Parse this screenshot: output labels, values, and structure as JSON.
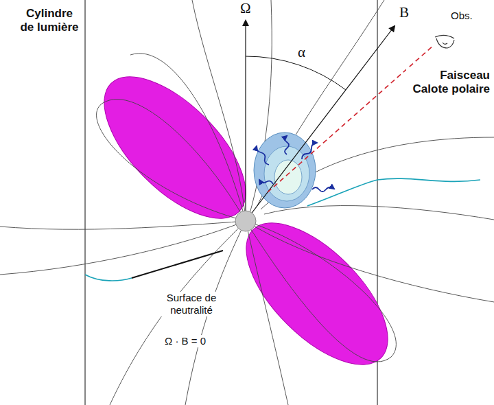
{
  "diagram": {
    "labels": [
      "Ω",
      "B",
      "Obs.",
      "Cylindre de lumière",
      "α",
      "Faisceau Calote polaire",
      "Surface de neutralité",
      "Ω · B = 0"
    ]
  }
}
